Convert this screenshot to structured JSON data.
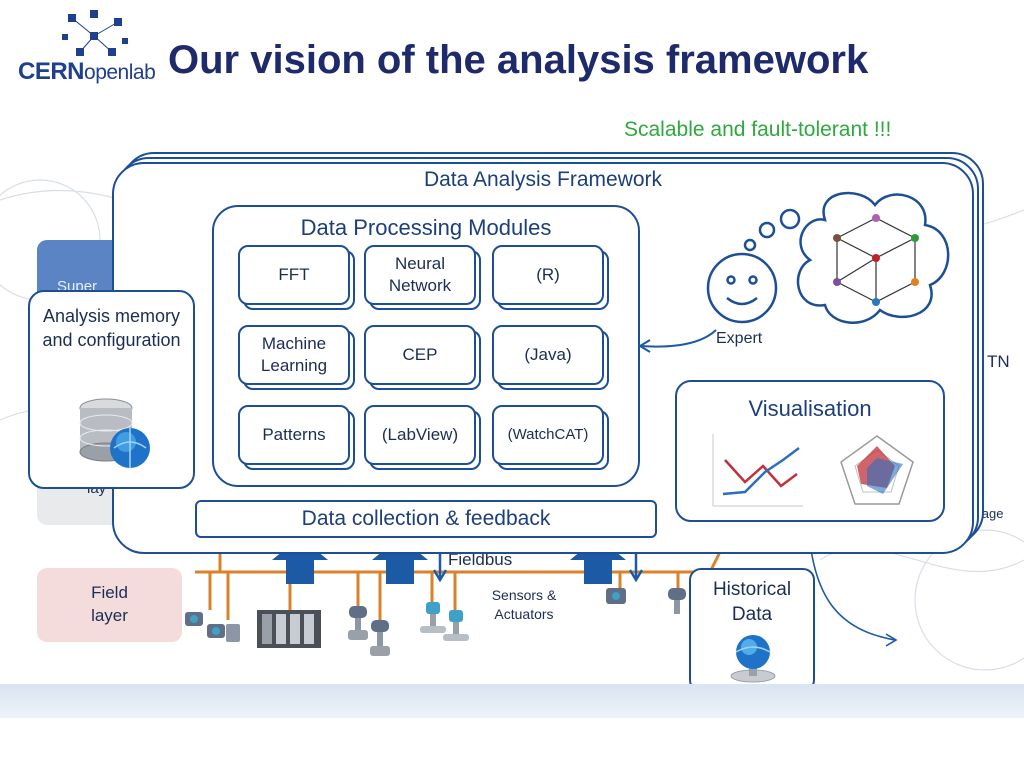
{
  "slide": {
    "title": "Our vision of the analysis framework",
    "tagline": "Scalable and fault-tolerant !!!",
    "logo": {
      "brand": "CERN",
      "suffix": "openlab"
    }
  },
  "background_layers": {
    "supervision_partial": "Super",
    "control_partial": "lay",
    "field_layer": "Field layer",
    "right_partial_tn": "TN",
    "right_partial_voltage": "oltage"
  },
  "framework": {
    "title": "Data Analysis Framework",
    "processing": {
      "title": "Data Processing Modules",
      "modules": [
        "FFT",
        "Neural Network",
        "(R)",
        "Machine Learning",
        "CEP",
        "(Java)",
        "Patterns",
        "(LabView)",
        "(WatchCAT)"
      ]
    },
    "expert_label": "Expert",
    "visualisation_label": "Visualisation",
    "collection_label": "Data collection & feedback"
  },
  "analysis_memory": {
    "label": "Analysis memory and configuration"
  },
  "historical": {
    "label": "Historical Data"
  },
  "field": {
    "fieldbus_label": "Fieldbus",
    "sensors_label": "Sensors & Actuators"
  },
  "colors": {
    "title": "#1f2a6b",
    "tagline": "#2eaa3c",
    "border": "#1c4f95",
    "arrow": "#1c5aa6",
    "bus": "#d9822b",
    "field_layer_bg": "#f5dcdc"
  }
}
